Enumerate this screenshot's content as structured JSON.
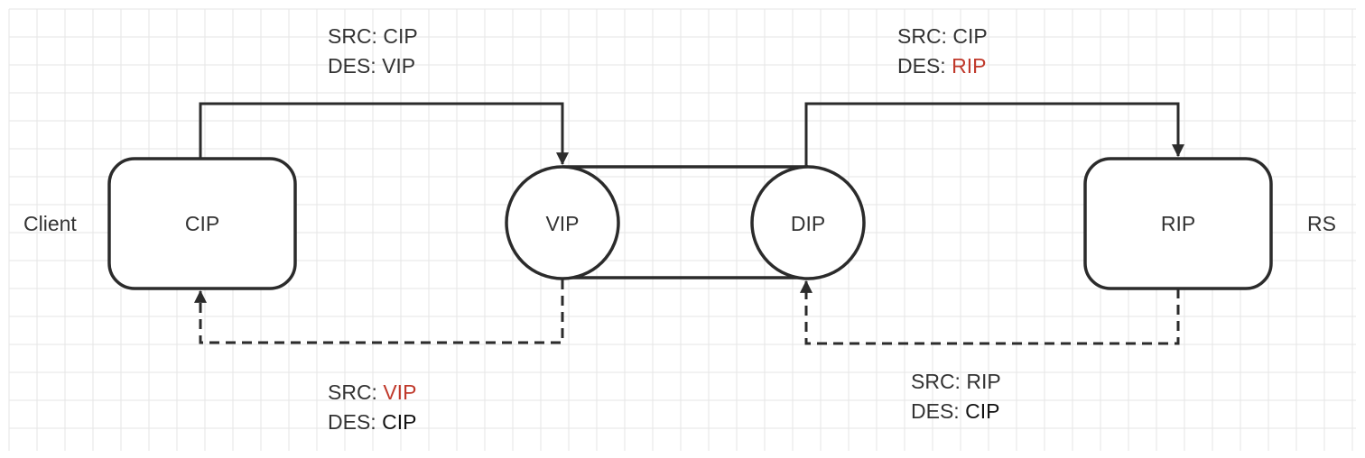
{
  "colors": {
    "stroke": "#2b2b2b",
    "text": "#333333",
    "highlight": "#c0392b",
    "grid": "#e6e6e6",
    "dark_text": "#111111"
  },
  "nodes": {
    "client_box": "CIP",
    "vip": "VIP",
    "dip": "DIP",
    "rs_box": "RIP"
  },
  "side_labels": {
    "client": "Client",
    "rs": "RS"
  },
  "packets": {
    "client_to_vip": {
      "src_prefix": "SRC: ",
      "src_value": "CIP",
      "des_prefix": "DES: ",
      "des_value": "VIP"
    },
    "dip_to_rip": {
      "src_prefix": "SRC: ",
      "src_value": "CIP",
      "des_prefix": "DES: ",
      "des_value": "RIP"
    },
    "vip_to_client": {
      "src_prefix": "SRC: ",
      "src_value": "VIP",
      "des_prefix": "DES: ",
      "des_value": "CIP"
    },
    "rip_to_dip": {
      "src_prefix": "SRC: ",
      "src_value": "RIP",
      "des_prefix": "DES: ",
      "des_value": "CIP"
    }
  }
}
